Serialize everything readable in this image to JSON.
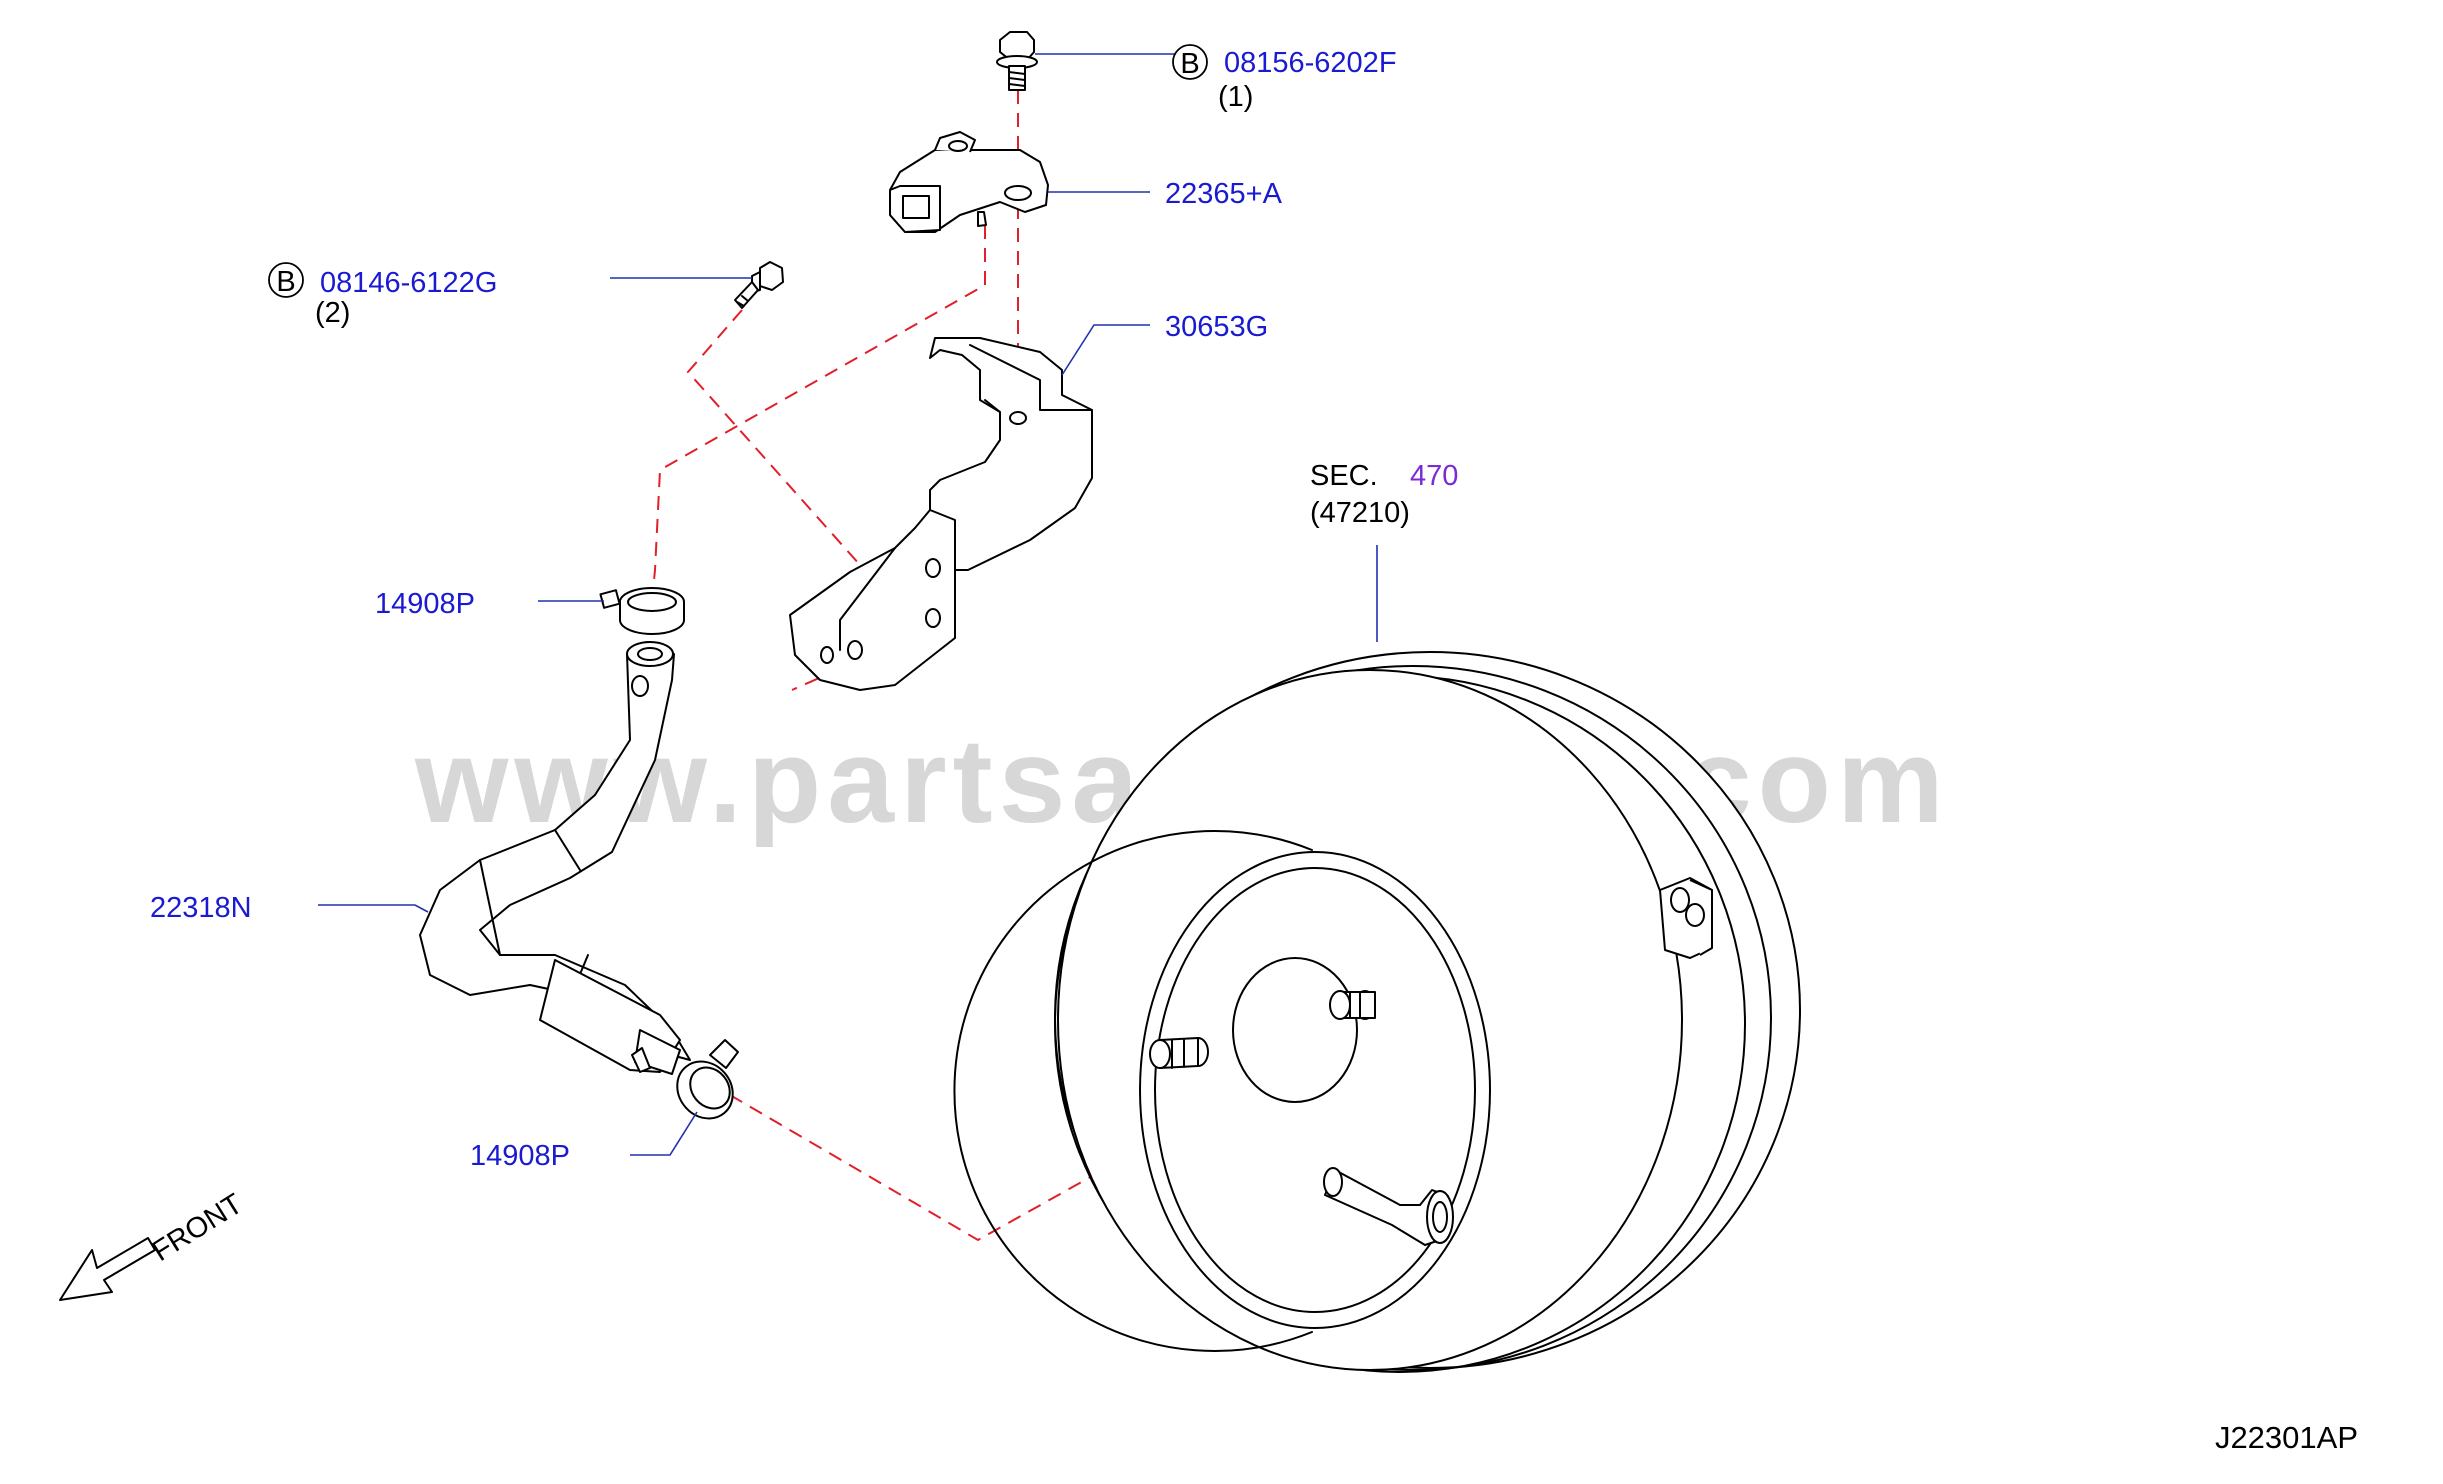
{
  "watermark": "www.partsassistant.com",
  "diagram_code": "J22301AP",
  "front_label": "FRONT",
  "section_ref": {
    "prefix": "SEC.",
    "number": "470",
    "sub": "(47210)"
  },
  "callouts": [
    {
      "part": "08156-6202F",
      "badge": "B",
      "qty": "(1)"
    },
    {
      "part": "22365+A"
    },
    {
      "part": "08146-6122G",
      "badge": "B",
      "qty": "(2)"
    },
    {
      "part": "30653G"
    },
    {
      "part": "14908P"
    },
    {
      "part": "22318N"
    },
    {
      "part": "14908P"
    }
  ],
  "colors": {
    "part_number": "#1a1ad0",
    "section_number": "#7a2ad6",
    "dashed_line": "#e0202a",
    "watermark": "#d7d7d7"
  }
}
